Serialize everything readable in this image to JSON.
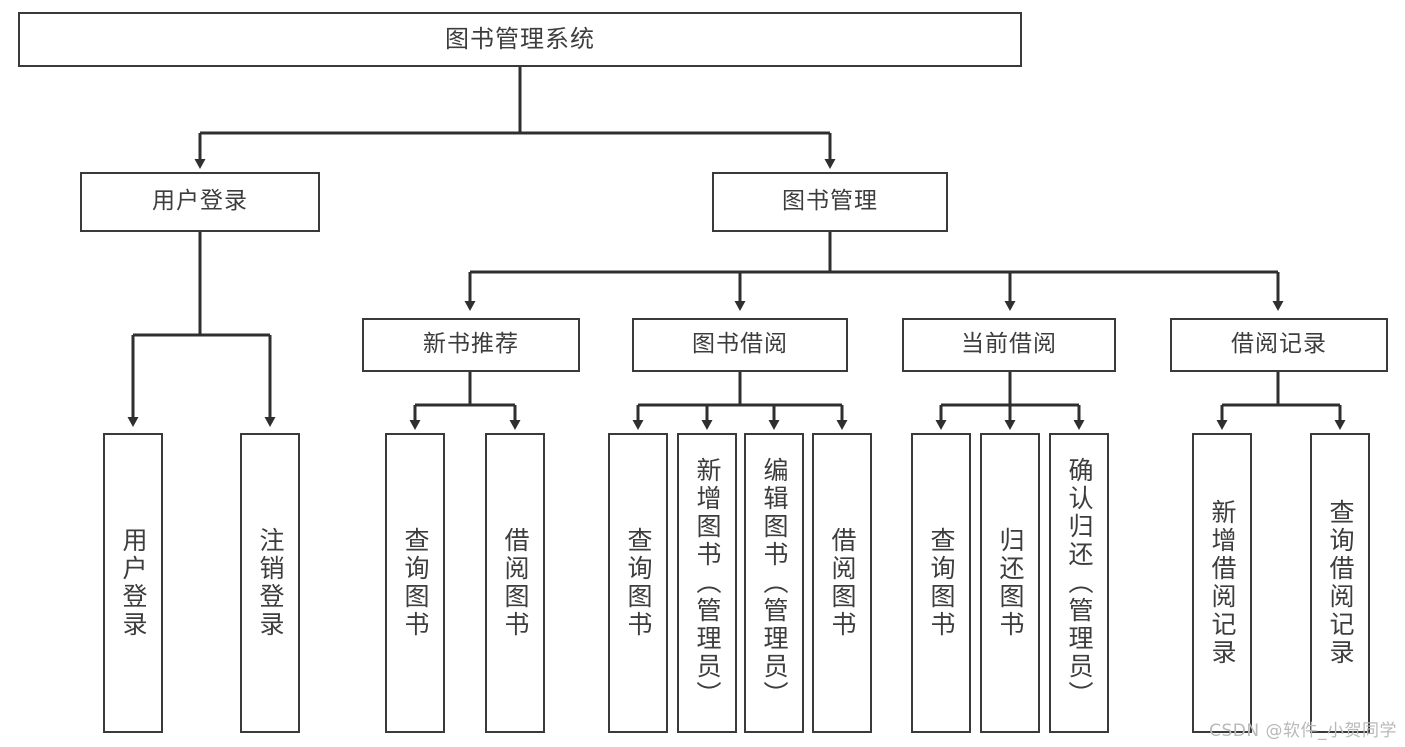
{
  "diagram": {
    "type": "tree-hierarchy",
    "title": "图书管理系统",
    "watermark": "CSDN @软件_小贺同学",
    "colors": {
      "box_border": "#3a3a3a",
      "box_fill": "#ffffff",
      "text": "#3d3d3d",
      "connector": "#2f2f2f",
      "watermark": "#b9b9b9"
    },
    "nodes": {
      "root": {
        "label": "图书管理系统"
      },
      "level2": [
        {
          "label": "用户登录"
        },
        {
          "label": "图书管理"
        }
      ],
      "level3": [
        {
          "label": "新书推荐"
        },
        {
          "label": "图书借阅"
        },
        {
          "label": "当前借阅"
        },
        {
          "label": "借阅记录"
        }
      ],
      "leaves_user_login": [
        {
          "label": "用户登录"
        },
        {
          "label": "注销登录"
        }
      ],
      "leaves_new_books": [
        {
          "label": "查询图书"
        },
        {
          "label": "借阅图书"
        }
      ],
      "leaves_borrow": [
        {
          "label": "查询图书"
        },
        {
          "label": "新增图书（管理员）"
        },
        {
          "label": "编辑图书（管理员）"
        },
        {
          "label": "借阅图书"
        }
      ],
      "leaves_current": [
        {
          "label": "查询图书"
        },
        {
          "label": "归还图书"
        },
        {
          "label": "确认归还（管理员）"
        }
      ],
      "leaves_records": [
        {
          "label": "新增借阅记录"
        },
        {
          "label": "查询借阅记录"
        }
      ]
    }
  }
}
